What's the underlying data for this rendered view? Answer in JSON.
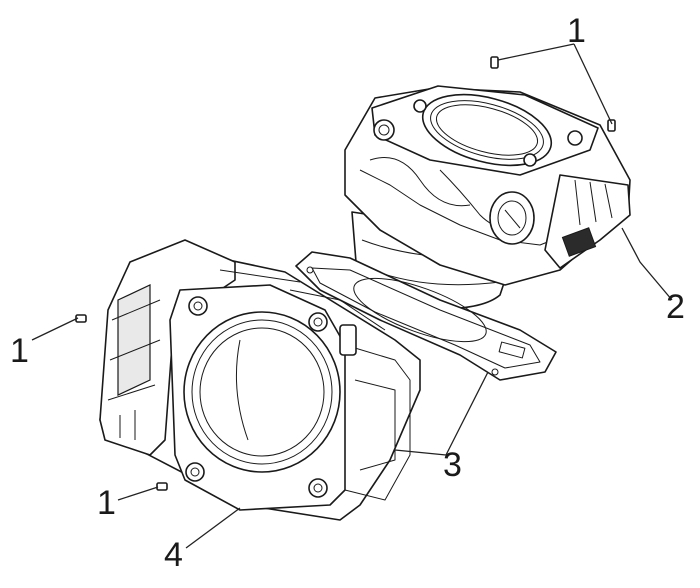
{
  "callouts": {
    "c1_top": "1",
    "c2": "2",
    "c1_left": "1",
    "c3": "3",
    "c1_bottom": "1",
    "c4": "4"
  }
}
